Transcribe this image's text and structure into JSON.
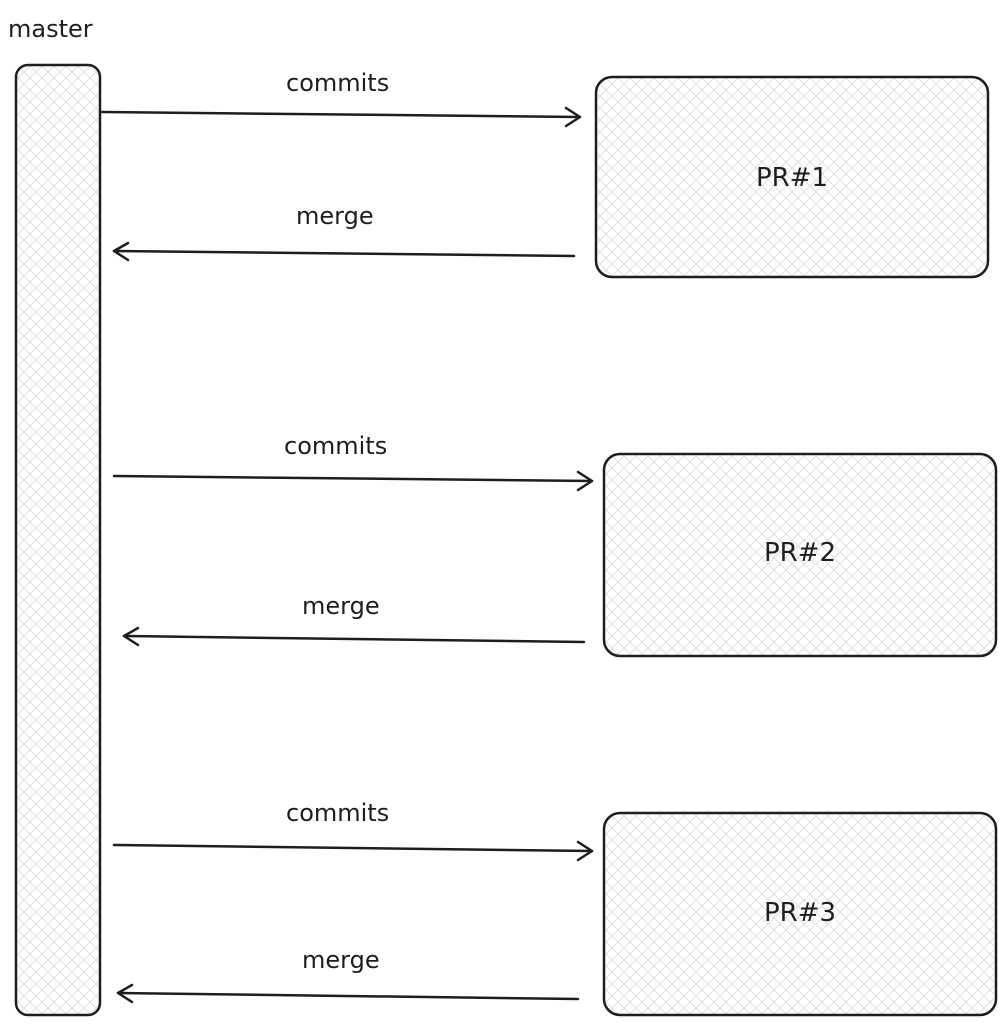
{
  "master": {
    "label": "master"
  },
  "flows": [
    {
      "pr_label": "PR#1",
      "commits_label": "commits",
      "merge_label": "merge"
    },
    {
      "pr_label": "PR#2",
      "commits_label": "commits",
      "merge_label": "merge"
    },
    {
      "pr_label": "PR#3",
      "commits_label": "commits",
      "merge_label": "merge"
    }
  ],
  "colors": {
    "stroke": "#1e1e1e",
    "hatch": "#d8d8d8",
    "background": "#ffffff"
  }
}
